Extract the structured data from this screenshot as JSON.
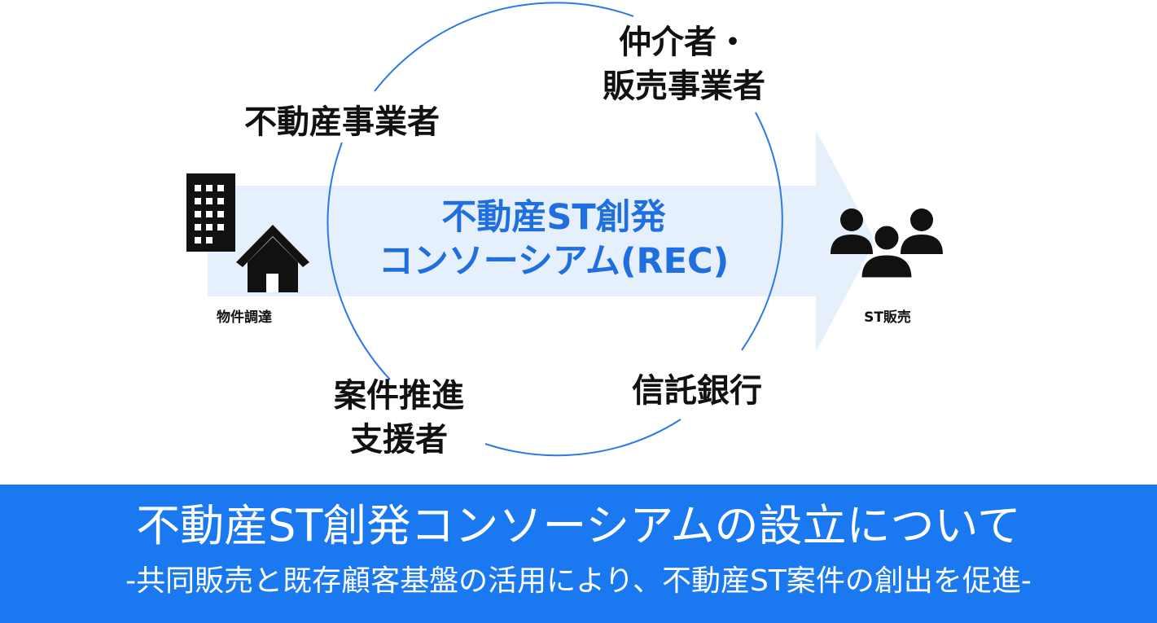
{
  "labels": {
    "developers": "不動産事業者",
    "brokers_line1": "仲介者・",
    "brokers_line2": "販売事業者",
    "support_line1": "案件推進",
    "support_line2": "支援者",
    "trust_bank": "信託銀行",
    "procurement": "物件調達",
    "st_sales": "ST販売"
  },
  "center": {
    "line1": "不動産ST創発",
    "line2": "コンソーシアム(REC)"
  },
  "banner": {
    "title": "不動産ST創発コンソーシアムの設立について",
    "subtitle": "-共同販売と既存顧客基盤の活用により、不動産ST案件の創出を促進-"
  },
  "colors": {
    "accent": "#1a78f0",
    "center_text": "#1f6fe0",
    "arrow_fill": "#e6effc",
    "circle_stroke": "#2a7ae6",
    "icon": "#111111"
  },
  "icons": [
    "building-icon",
    "house-icon",
    "people-group-icon"
  ]
}
